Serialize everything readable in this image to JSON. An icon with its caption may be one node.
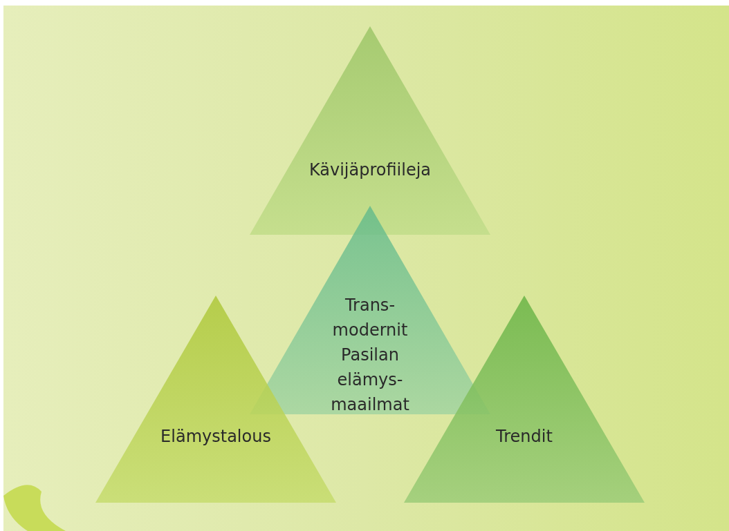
{
  "diagram": {
    "nodes": [
      {
        "text": [
          "Kävijäprofiileja"
        ]
      },
      {
        "text": [
          "Trans- modernit Pasilan elämys- maailmat"
        ]
      },
      {
        "text": [
          "Elämystalous"
        ]
      },
      {
        "text": [
          "Trendit"
        ]
      }
    ],
    "edges": []
  }
}
